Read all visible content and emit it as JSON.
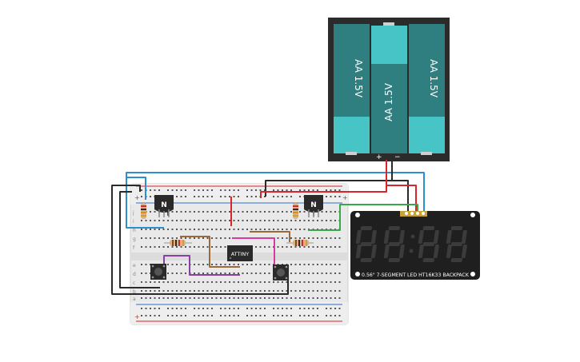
{
  "battery": {
    "cells": [
      {
        "label": "AA 1.5V"
      },
      {
        "label": "AA 1.5V"
      },
      {
        "label": "AA 1.5V"
      }
    ],
    "plus_symbol": "+",
    "minus_symbol": "−"
  },
  "transistors": [
    {
      "label": "N"
    },
    {
      "label": "N"
    }
  ],
  "chip": {
    "label": "ATTINY"
  },
  "display": {
    "digits": [
      "8",
      "8",
      "8",
      "8"
    ],
    "caption": "0.56\" 7-SEGMENT LED HT16K33 BACKPACK"
  },
  "breadboard": {
    "row_labels_top": [
      "j",
      "i",
      "h",
      "g",
      "f"
    ],
    "row_labels_bottom": [
      "e",
      "d",
      "c",
      "b",
      "a"
    ],
    "rail_plus": "+",
    "rail_minus": "−"
  },
  "colors": {
    "battery_cell_dark": "#2f7f80",
    "battery_cell_light": "#46c4c6",
    "battery_case": "#2b2b2b",
    "display_board": "#1f1f1f",
    "display_segment": "#3b3b3b",
    "wire_red": "#d9262c",
    "wire_black": "#2a2a2a",
    "wire_blue": "#2b8fd0",
    "wire_green": "#3aa84a",
    "wire_brown": "#9a6a3c",
    "wire_purple": "#8a3fa3",
    "wire_magenta": "#d63aa0"
  }
}
